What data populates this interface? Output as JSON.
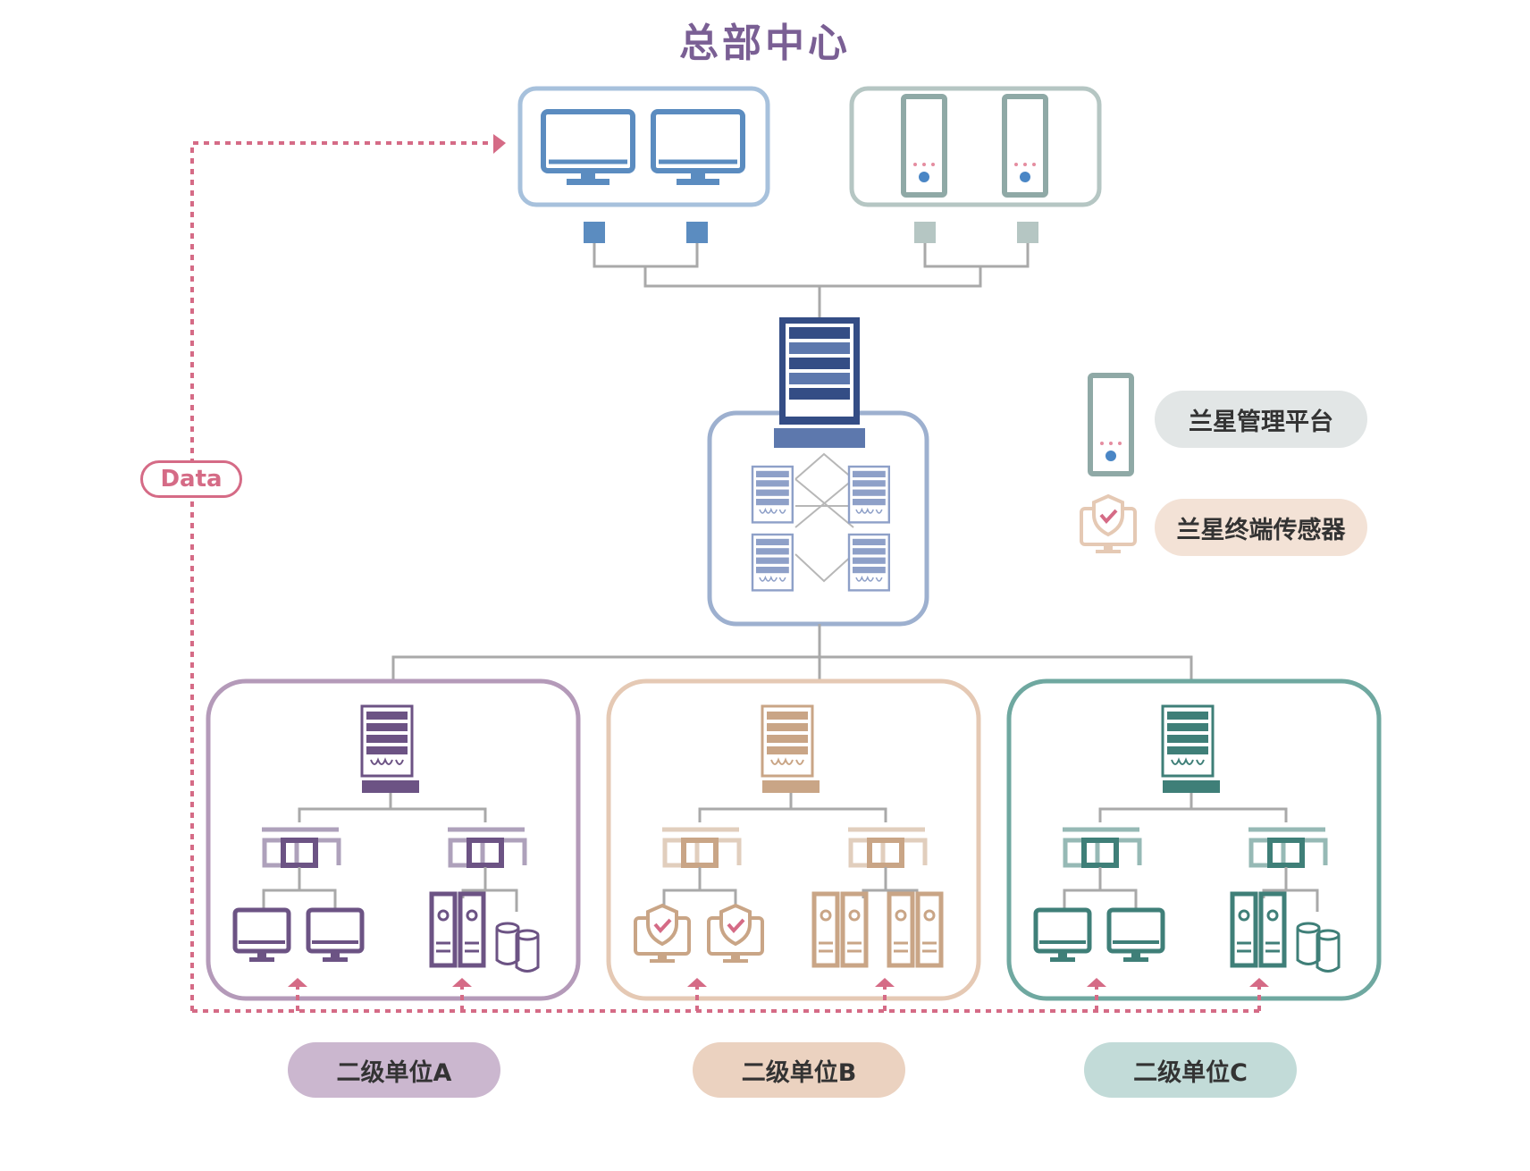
{
  "title": "总部中心",
  "flow_label": "Data",
  "legend": [
    {
      "label": "兰星管理平台",
      "icon": "management-platform-icon",
      "bg": "#e2e6e6"
    },
    {
      "label": "兰星终端传感器",
      "icon": "terminal-sensor-icon",
      "bg": "#f3e2d6"
    }
  ],
  "units": [
    {
      "label": "二级单位A",
      "color": "#b49ab9",
      "dark": "#6c5384",
      "pill": "#cbb7cf"
    },
    {
      "label": "二级单位B",
      "color": "#e5c9b4",
      "dark": "#c9a586",
      "pill": "#ebd2c0"
    },
    {
      "label": "二级单位C",
      "color": "#6fa8a0",
      "dark": "#3f7f78",
      "pill": "#c2dbd8"
    }
  ],
  "colors": {
    "hq_monitor_box": "#a7c1dc",
    "hq_monitor": "#5b8cc0",
    "hq_server_box": "#b5c6c3",
    "hq_server": "#8fa9a6",
    "core_box": "#9db0cf",
    "core_rack": "#344d85",
    "data_flow": "#d56b86",
    "connector": "#a9a9a9"
  }
}
